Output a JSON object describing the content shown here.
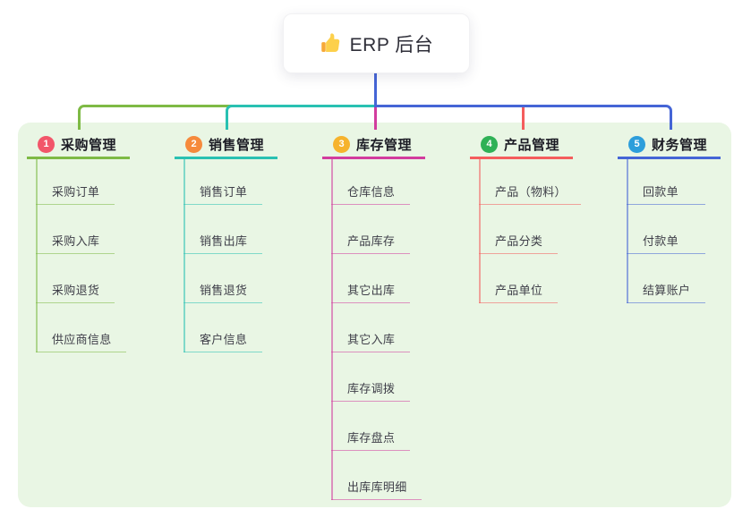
{
  "root": {
    "label": "ERP 后台",
    "icon": "thumbs-up-icon"
  },
  "panel_color": "#e9f6e4",
  "connector_color": "#4565d6",
  "branches": [
    {
      "index": "1",
      "label": "采购管理",
      "badge_color": "#f2566a",
      "line_color": "#7eba45",
      "children": [
        "采购订单",
        "采购入库",
        "采购退货",
        "供应商信息"
      ]
    },
    {
      "index": "2",
      "label": "销售管理",
      "badge_color": "#f68a3c",
      "line_color": "#29c1b2",
      "children": [
        "销售订单",
        "销售出库",
        "销售退货",
        "客户信息"
      ]
    },
    {
      "index": "3",
      "label": "库存管理",
      "badge_color": "#f6b32d",
      "line_color": "#d23c9e",
      "children": [
        "仓库信息",
        "产品库存",
        "其它出库",
        "其它入库",
        "库存调拨",
        "库存盘点",
        "出库库明细"
      ]
    },
    {
      "index": "4",
      "label": "产品管理",
      "badge_color": "#2fb156",
      "line_color": "#f45d5d",
      "children": [
        "产品（物料）",
        "产品分类",
        "产品单位"
      ]
    },
    {
      "index": "5",
      "label": "财务管理",
      "badge_color": "#2d9edb",
      "line_color": "#4565d6",
      "children": [
        "回款单",
        "付款单",
        "结算账户"
      ]
    }
  ]
}
